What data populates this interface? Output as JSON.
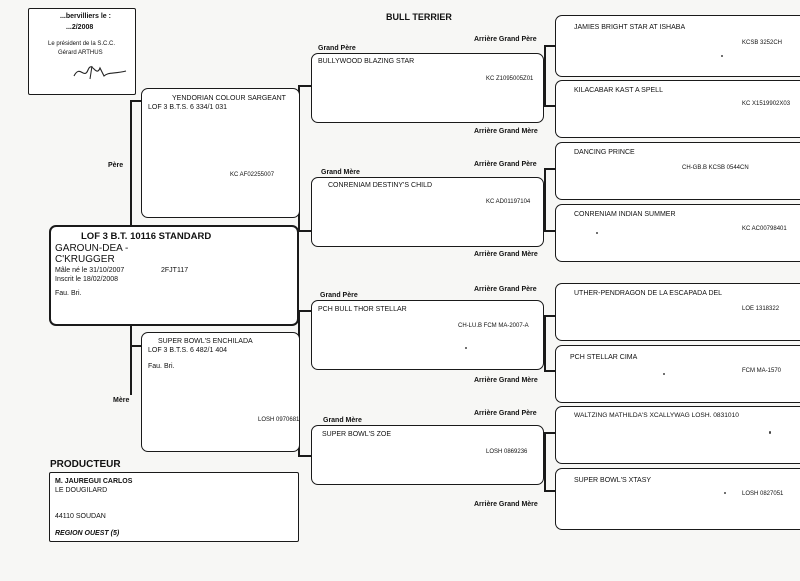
{
  "header": {
    "breed": "BULL TERRIER",
    "note_line1": "...bervilliers le :",
    "note_line2": "...2/2008",
    "note_line3": "Le président de la S.C.C.",
    "note_line4": "Gérard ARTHUS"
  },
  "labels": {
    "pere": "Père",
    "mere": "Mère",
    "grand_pere": "Grand Père",
    "grand_mere": "Grand Mère",
    "arriere_grand_pere": "Arrière Grand Père",
    "arriere_grand_mere": "Arrière Grand Mère"
  },
  "subject": {
    "lof": "LOF 3 B.T. 10116  STANDARD",
    "name1": "GAROUN-DEA -",
    "name2": "C'KRUGGER",
    "birth": "Mâle  né le  31/10/2007",
    "id": "2FJT117",
    "inscribed": "Inscrit le 18/02/2008",
    "color": "Fau. Bri."
  },
  "sire": {
    "name": "YENDORIAN COLOUR SARGEANT",
    "lof": "LOF 3 B.T.S. 6 334/1 031",
    "reg": "KC     AF02255007"
  },
  "dam": {
    "name": "SUPER BOWL'S ENCHILADA",
    "lof": "LOF 3 B.T.S. 6 482/1 404",
    "color": "Fau. Bri.",
    "reg": "LOSH 0970681"
  },
  "grandparents": [
    {
      "name": "BULLYWOOD BLAZING STAR",
      "reg": "KC     Z1095005Z01"
    },
    {
      "name": "CONRENIAM DESTINY'S CHILD",
      "reg": "KC     AD01197104"
    },
    {
      "name": "PCH BULL THOR STELLAR",
      "reg": "CH-LU.B   FCM    MA-2007-A"
    },
    {
      "name": "SUPER BOWL'S ZOE",
      "reg": "LOSH 0869236"
    }
  ],
  "great_grandparents": [
    {
      "name": "JAMIES BRIGHT STAR AT ISHABA",
      "reg": "KCSB   3252CH"
    },
    {
      "name": "KILACABAR KAST A SPELL",
      "reg": "KC     X1519902X03"
    },
    {
      "name": "DANCING PRINCE",
      "reg": "CH-GB.B   KCSB 0544CN"
    },
    {
      "name": "CONRENIAM INDIAN SUMMER",
      "reg": "KC    AC00798401"
    },
    {
      "name": "UTHER-PENDRAGON DE LA ESCAPADA DEL",
      "reg": "LOE   1318322"
    },
    {
      "name": "PCH STELLAR CIMA",
      "reg": "FCM    MA-1570"
    },
    {
      "name": "WALTZING MATHILDA'S XCALLYWAG LOSH. 0831010",
      "reg": ""
    },
    {
      "name": "SUPER BOWL'S XTASY",
      "reg": "LOSH 0827051"
    }
  ],
  "producer": {
    "title": "PRODUCTEUR",
    "name": "M. JAUREGUI CARLOS",
    "place": "LE DOUGILARD",
    "city": "44110 SOUDAN",
    "region": "REGION OUEST (5)"
  }
}
